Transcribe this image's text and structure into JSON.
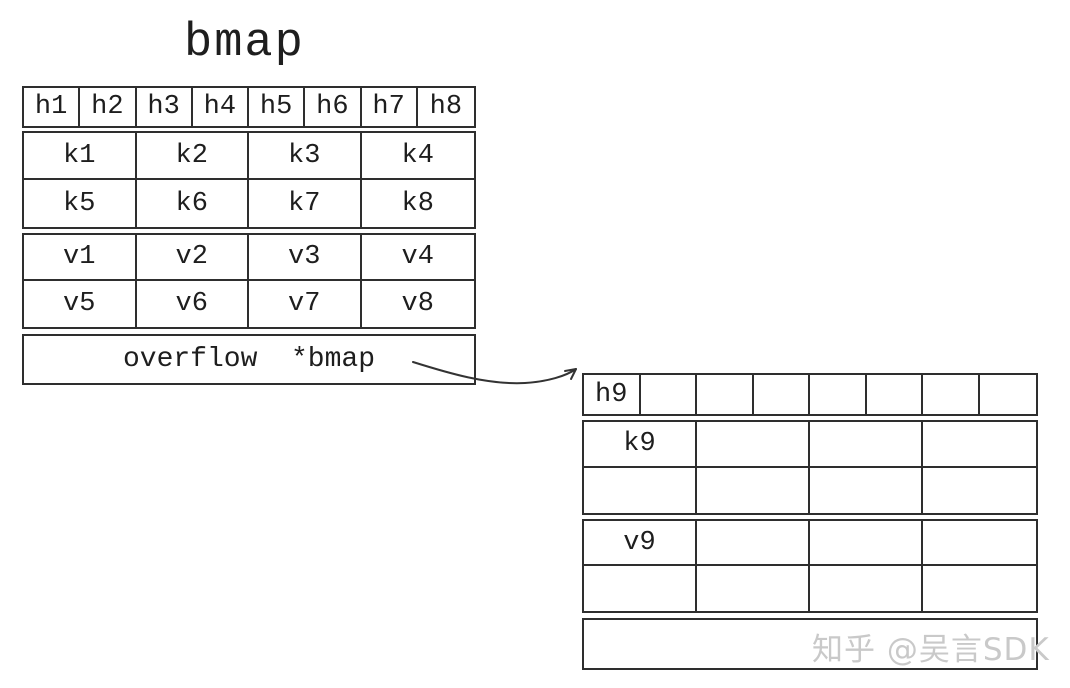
{
  "title": "bmap",
  "colors": {
    "line": "#2e2e2e",
    "text": "#1e1e1e",
    "watermark": "#c9c9c9",
    "background": "#ffffff"
  },
  "main_bucket": {
    "tophash": [
      "h1",
      "h2",
      "h3",
      "h4",
      "h5",
      "h6",
      "h7",
      "h8"
    ],
    "keys": [
      [
        "k1",
        "k2",
        "k3",
        "k4"
      ],
      [
        "k5",
        "k6",
        "k7",
        "k8"
      ]
    ],
    "values": [
      [
        "v1",
        "v2",
        "v3",
        "v4"
      ],
      [
        "v5",
        "v6",
        "v7",
        "v8"
      ]
    ],
    "overflow": "overflow  *bmap"
  },
  "overflow_bucket": {
    "tophash": [
      "h9",
      "",
      "",
      "",
      "",
      "",
      "",
      ""
    ],
    "keys": [
      [
        "k9",
        "",
        "",
        ""
      ],
      [
        "",
        "",
        "",
        ""
      ]
    ],
    "values": [
      [
        "v9",
        "",
        "",
        ""
      ],
      [
        "",
        "",
        "",
        ""
      ]
    ],
    "overflow": ""
  },
  "watermark": "知乎 @吴言SDK"
}
